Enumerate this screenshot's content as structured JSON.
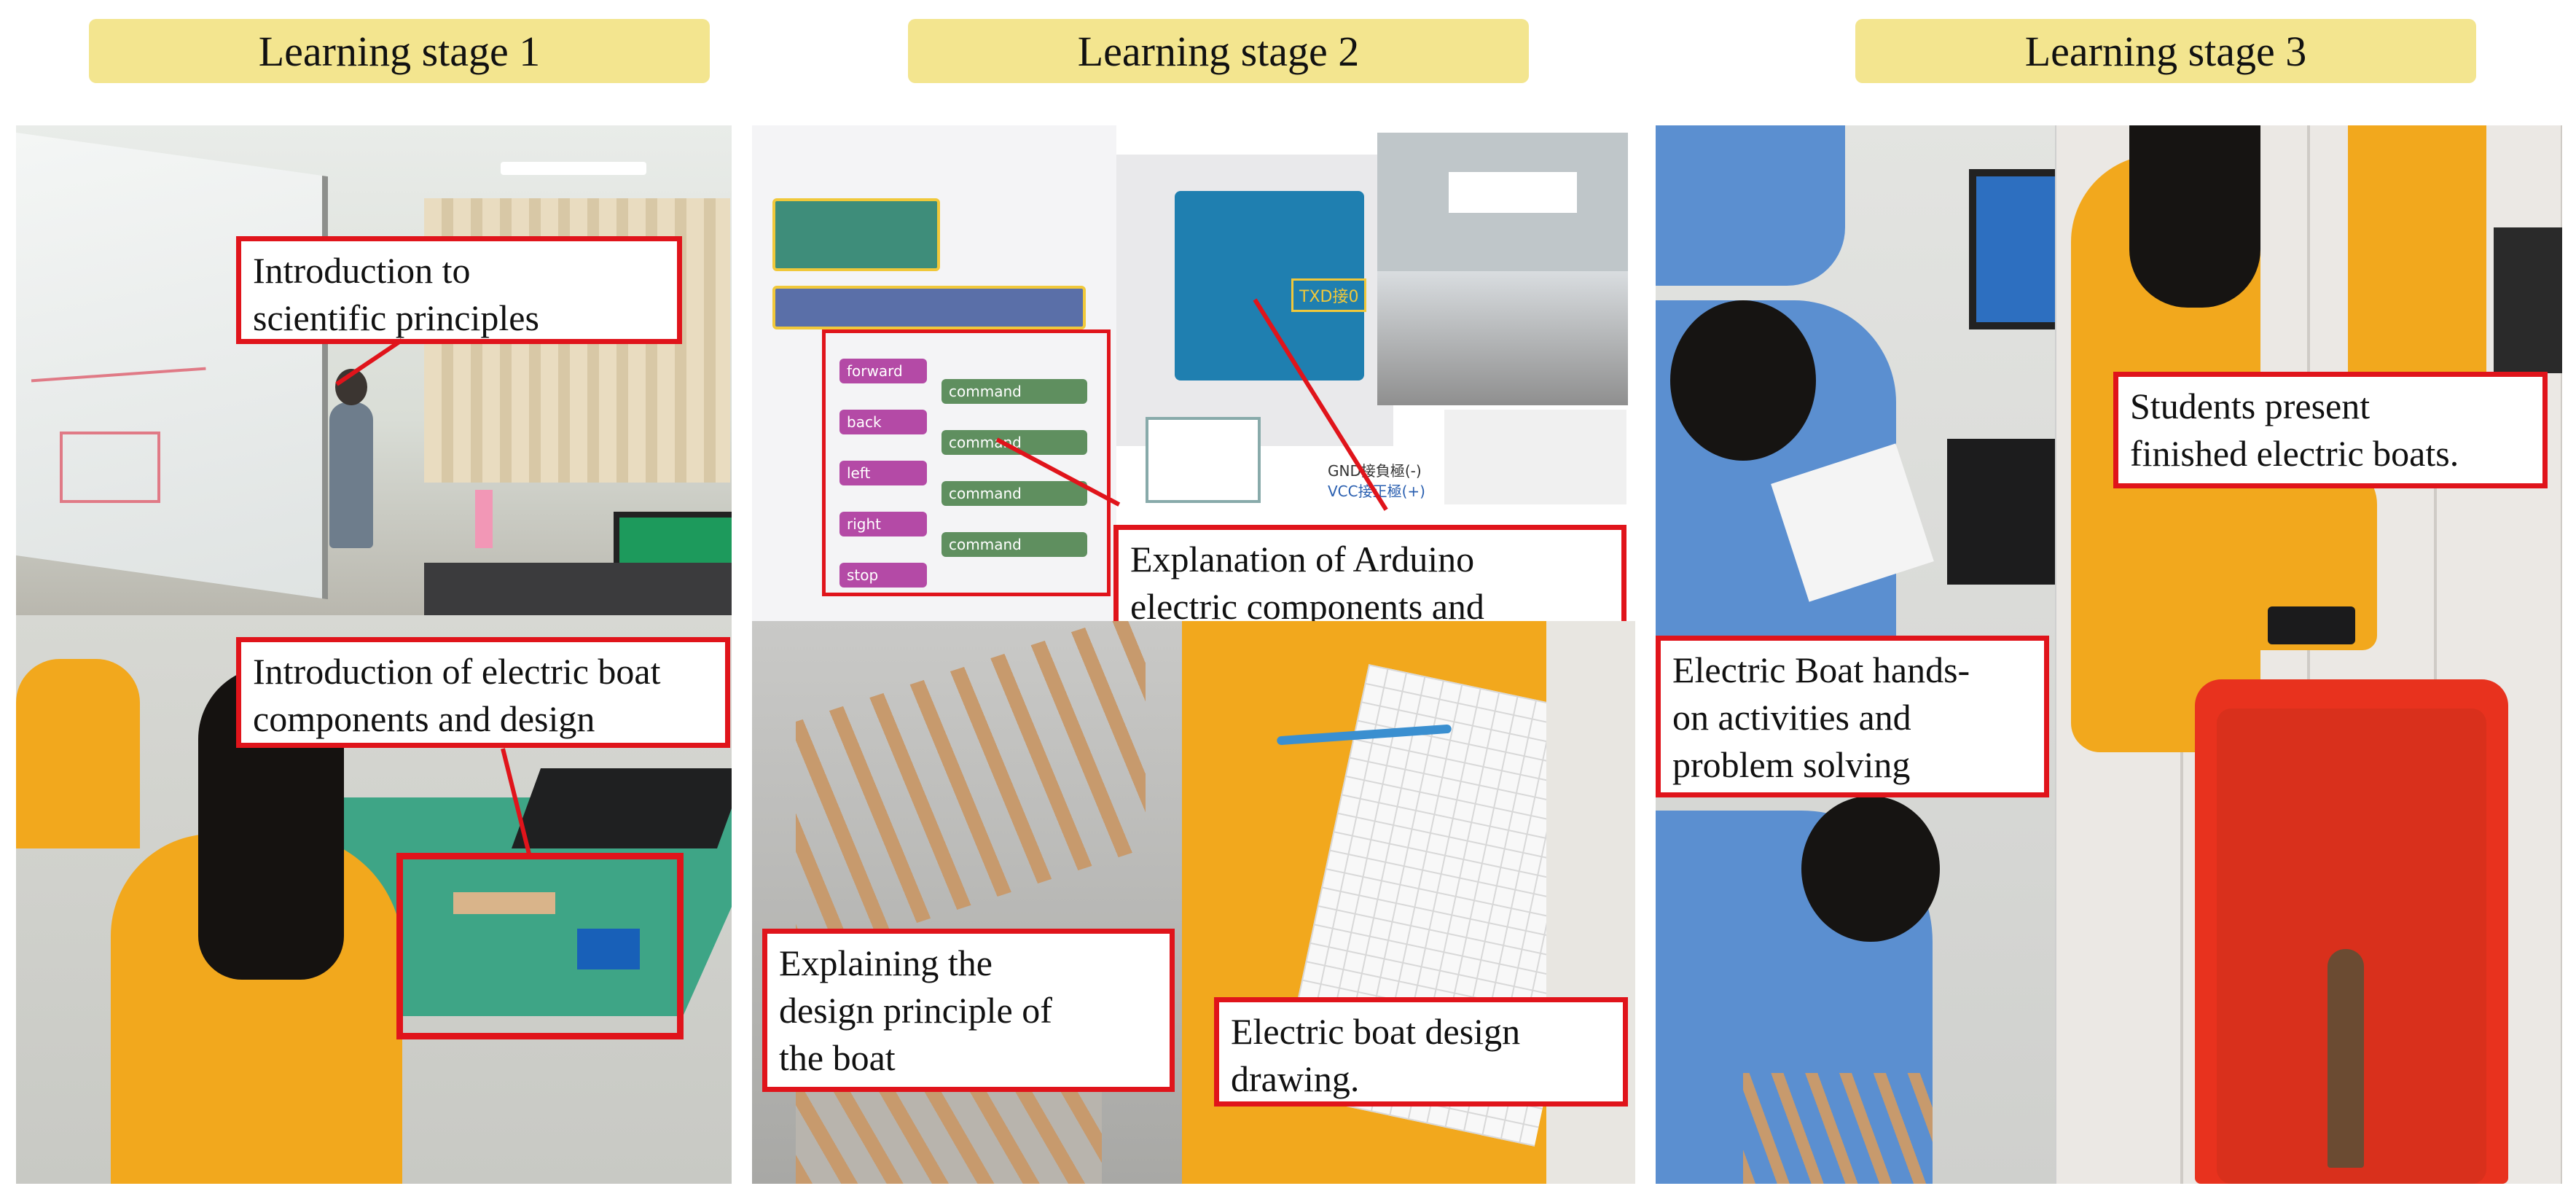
{
  "stages": [
    {
      "label": "Learning stage 1"
    },
    {
      "label": "Learning stage 2"
    },
    {
      "label": "Learning stage 3"
    }
  ],
  "callouts": {
    "stage1_top": "Introduction to\nscientific principles",
    "stage1_bottom": "Introduction of electric boat\ncomponents and design",
    "stage2_arduino": "Explanation of Arduino\nelectric components  and\nprogramming",
    "stage2_design": "Explaining the\ndesign principle of\nthe boat",
    "stage2_drawing": "Electric boat design\ndrawing.",
    "stage3_handson": "Electric Boat hands-\non activities and\nproblem solving",
    "stage3_present": "Students present\nfinished electric boats."
  },
  "code_blocks": {
    "commands": [
      "forward",
      "back",
      "left",
      "right",
      "stop"
    ],
    "variable": "command",
    "board_labels": {
      "txd": "TXD接0",
      "gnd": "GND接負極(-)",
      "vcc": "VCC接正極(+)"
    }
  },
  "colors": {
    "header_bg": "#f3e58f",
    "callout_border": "#e0141b",
    "uniform_yellow": "#f2a81d",
    "uniform_blue": "#5b8fd0",
    "tub_red": "#e8321e"
  }
}
